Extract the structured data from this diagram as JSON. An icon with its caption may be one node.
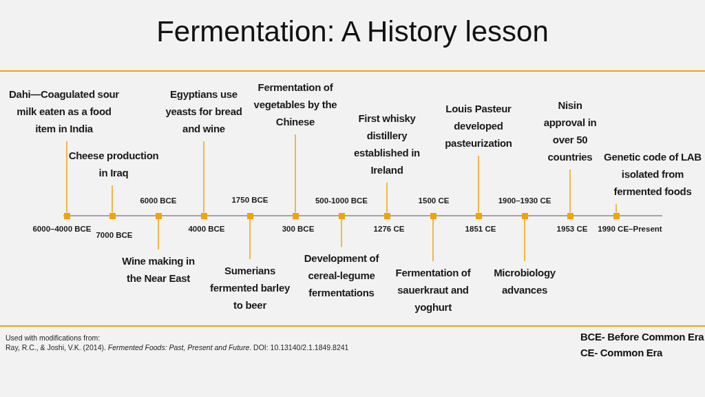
{
  "diagram": {
    "title": "Fermentation: A History lesson",
    "nodes": [
      {
        "text": [
          "Dahi—Coagulated sour milk eaten as a food item in India"
        ]
      },
      {
        "text": [
          "Cheese production in Iraq"
        ]
      },
      {
        "text": [
          "Wine making in the Near East"
        ]
      },
      {
        "text": [
          "Egyptians use yeasts for bread and wine"
        ]
      },
      {
        "text": [
          "Sumerians fermented barley to beer"
        ]
      },
      {
        "text": [
          "Fermentation of vegetables by the Chinese"
        ]
      },
      {
        "text": [
          "Development of cereal-legume fermentations"
        ]
      },
      {
        "text": [
          "First whisky distillery established in Ireland"
        ]
      },
      {
        "text": [
          "Fermentation of sauerkraut and yoghurt"
        ]
      },
      {
        "text": [
          "Louis Pasteur developed pasteurization"
        ]
      },
      {
        "text": [
          "Microbiology advances"
        ]
      },
      {
        "text": [
          "Nisin approval in over 50 countries"
        ]
      },
      {
        "text": [
          "Genetic code of LAB isolated from fermented foods"
        ]
      },
      {
        "text": [],
        "shape": "box",
        "beside": [
          "6000–4000 BCE"
        ]
      },
      {
        "text": [],
        "shape": "box",
        "beside": [
          "7000 BCE"
        ]
      },
      {
        "text": [],
        "shape": "box",
        "beside": [
          "6000 BCE"
        ]
      },
      {
        "text": [],
        "shape": "box",
        "beside": [
          "4000 BCE"
        ]
      },
      {
        "text": [],
        "shape": "box",
        "beside": [
          "1750 BCE"
        ]
      },
      {
        "text": [],
        "shape": "box",
        "beside": [
          "300 BCE"
        ]
      },
      {
        "text": [],
        "shape": "box",
        "beside": [
          "500-1000 BCE"
        ]
      },
      {
        "text": [],
        "shape": "box",
        "beside": [
          "1276 CE"
        ]
      },
      {
        "text": [],
        "shape": "box",
        "beside": [
          "1500 CE"
        ]
      },
      {
        "text": [],
        "shape": "box",
        "beside": [
          "1851 CE"
        ]
      },
      {
        "text": [],
        "shape": "box",
        "beside": [
          "1900–1930 CE"
        ]
      },
      {
        "text": [],
        "shape": "box",
        "beside": [
          "1953 CE"
        ]
      },
      {
        "text": [],
        "shape": "box",
        "beside": [
          "1990 CE–Present"
        ]
      }
    ],
    "edges": [
      {
        "from": 0,
        "to": 13,
        "arrow": "none"
      },
      {
        "from": 1,
        "to": 14,
        "arrow": "none"
      },
      {
        "from": 2,
        "to": 15,
        "arrow": "none"
      },
      {
        "from": 3,
        "to": 16,
        "arrow": "none"
      },
      {
        "from": 4,
        "to": 17,
        "arrow": "none"
      },
      {
        "from": 5,
        "to": 18,
        "arrow": "none"
      },
      {
        "from": 6,
        "to": 19,
        "arrow": "none"
      },
      {
        "from": 7,
        "to": 20,
        "arrow": "none"
      },
      {
        "from": 8,
        "to": 21,
        "arrow": "none"
      },
      {
        "from": 9,
        "to": 22,
        "arrow": "none"
      },
      {
        "from": 10,
        "to": 23,
        "arrow": "none"
      },
      {
        "from": 11,
        "to": 24,
        "arrow": "none"
      },
      {
        "from": 12,
        "to": 25,
        "arrow": "none"
      }
    ],
    "labels": [
      "Used with modifications from:",
      "Ray, R.C., & Joshi, V.K. (2014). *Fermented Foods: Past, Present and Future*. DOI: 10.13140/2.1.1849.8241",
      "BCE- Before Common Era",
      "CE- Common Era"
    ]
  }
}
